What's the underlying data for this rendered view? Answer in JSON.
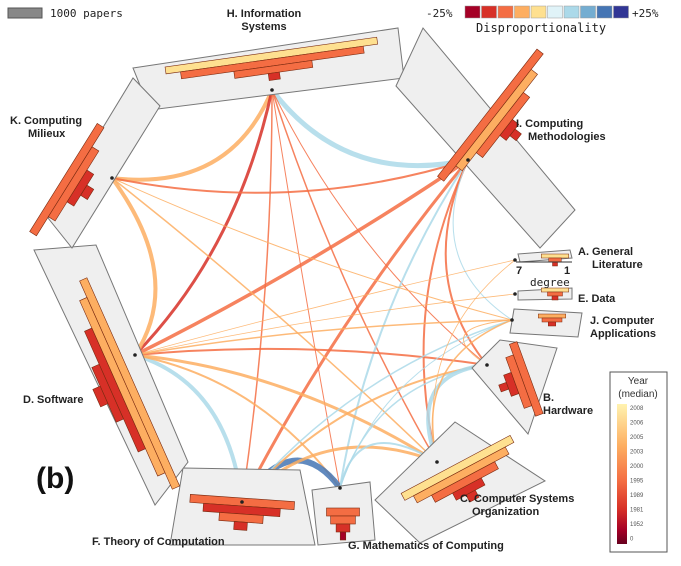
{
  "chart_data": {
    "type": "diagram",
    "panel_label": "(b)",
    "scale_legend": {
      "label": "1000 papers"
    },
    "disproportionality": {
      "title": "Disproportionality",
      "left_label": "-25%",
      "right_label": "+25%",
      "colors": [
        "#a50026",
        "#d73027",
        "#f46d43",
        "#fdae61",
        "#fee090",
        "#e0f3f8",
        "#abd9e9",
        "#74add1",
        "#4575b4",
        "#313695"
      ]
    },
    "year_legend": {
      "title_line1": "Year",
      "title_line2": "(median)",
      "ticks": [
        "2008",
        "2006",
        "2005",
        "2003",
        "2000",
        "1995",
        "1989",
        "1981",
        "1952",
        "0"
      ]
    },
    "degree_legend": {
      "label": "degree",
      "left": "7",
      "right": "1"
    },
    "categories": [
      {
        "id": "H",
        "line1": "H. Information",
        "line2": "Systems",
        "bars": [
          0.95,
          0.82,
          0.35,
          0.05
        ]
      },
      {
        "id": "I",
        "line1": "I. Computing",
        "line2": "Methodologies",
        "bars": [
          0.95,
          0.72,
          0.45,
          0.12,
          0.05
        ]
      },
      {
        "id": "A",
        "line1": "A. General",
        "line2": "Literature",
        "bars": [
          0.55,
          0.25,
          0.1
        ]
      },
      {
        "id": "E",
        "line1": "E. Data",
        "line2": "",
        "bars": [
          0.55,
          0.3,
          0.12
        ]
      },
      {
        "id": "J",
        "line1": "J. Computer",
        "line2": "Applications",
        "bars": [
          0.55,
          0.4,
          0.15
        ]
      },
      {
        "id": "B",
        "line1": "B.",
        "line2": "Hardware",
        "bars": [
          0.85,
          0.6,
          0.25,
          0.08
        ]
      },
      {
        "id": "C",
        "line1": "C. Computer Systems",
        "line2": "Organization",
        "bars": [
          0.95,
          0.8,
          0.55,
          0.25,
          0.08
        ]
      },
      {
        "id": "G",
        "line1": "G. Mathematics of Computing",
        "line2": "",
        "bars": [
          0.6,
          0.45,
          0.25,
          0.1
        ]
      },
      {
        "id": "F",
        "line1": "F. Theory of Computation",
        "line2": "",
        "bars": [
          0.95,
          0.7,
          0.4,
          0.12
        ]
      },
      {
        "id": "D",
        "line1": "D. Software",
        "line2": "",
        "bars": [
          0.95,
          0.8,
          0.55,
          0.25,
          0.08
        ]
      },
      {
        "id": "K",
        "line1": "K. Computing",
        "line2": "Milieux",
        "bars": [
          0.85,
          0.55,
          0.25,
          0.08
        ]
      }
    ],
    "links": [
      {
        "from": "H",
        "to": "I",
        "width": 5,
        "color": "#abd9e9"
      },
      {
        "from": "H",
        "to": "K",
        "width": 4,
        "color": "#fdae61"
      },
      {
        "from": "H",
        "to": "D",
        "width": 3,
        "color": "#d73027"
      },
      {
        "from": "H",
        "to": "F",
        "width": 1.5,
        "color": "#f46d43"
      },
      {
        "from": "H",
        "to": "C",
        "width": 1.5,
        "color": "#f46d43"
      },
      {
        "from": "H",
        "to": "G",
        "width": 1,
        "color": "#f46d43"
      },
      {
        "from": "H",
        "to": "B",
        "width": 1,
        "color": "#f46d43"
      },
      {
        "from": "I",
        "to": "K",
        "width": 2,
        "color": "#f46d43"
      },
      {
        "from": "I",
        "to": "D",
        "width": 3.5,
        "color": "#f46d43"
      },
      {
        "from": "I",
        "to": "F",
        "width": 3,
        "color": "#f46d43"
      },
      {
        "from": "I",
        "to": "C",
        "width": 2,
        "color": "#f46d43"
      },
      {
        "from": "I",
        "to": "G",
        "width": 2,
        "color": "#abd9e9"
      },
      {
        "from": "I",
        "to": "B",
        "width": 2,
        "color": "#f46d43"
      },
      {
        "from": "I",
        "to": "J",
        "width": 1,
        "color": "#abd9e9"
      },
      {
        "from": "K",
        "to": "D",
        "width": 4,
        "color": "#fdae61"
      },
      {
        "from": "K",
        "to": "C",
        "width": 1.5,
        "color": "#fdae61"
      },
      {
        "from": "K",
        "to": "J",
        "width": 1,
        "color": "#fdae61"
      },
      {
        "from": "D",
        "to": "F",
        "width": 4,
        "color": "#abd9e9"
      },
      {
        "from": "D",
        "to": "C",
        "width": 3,
        "color": "#fdae61"
      },
      {
        "from": "D",
        "to": "B",
        "width": 2,
        "color": "#f46d43"
      },
      {
        "from": "D",
        "to": "G",
        "width": 2,
        "color": "#fdae61"
      },
      {
        "from": "D",
        "to": "J",
        "width": 1.5,
        "color": "#fdae61"
      },
      {
        "from": "D",
        "to": "A",
        "width": 0.8,
        "color": "#fdae61"
      },
      {
        "from": "D",
        "to": "E",
        "width": 0.8,
        "color": "#fdae61"
      },
      {
        "from": "F",
        "to": "G",
        "width": 6,
        "color": "#4575b4"
      },
      {
        "from": "F",
        "to": "C",
        "width": 3,
        "color": "#fdae61"
      },
      {
        "from": "F",
        "to": "B",
        "width": 2,
        "color": "#fdae61"
      },
      {
        "from": "F",
        "to": "J",
        "width": 1.5,
        "color": "#abd9e9"
      },
      {
        "from": "G",
        "to": "C",
        "width": 2,
        "color": "#abd9e9"
      },
      {
        "from": "G",
        "to": "B",
        "width": 1.5,
        "color": "#abd9e9"
      },
      {
        "from": "G",
        "to": "J",
        "width": 1,
        "color": "#abd9e9"
      },
      {
        "from": "C",
        "to": "B",
        "width": 4,
        "color": "#abd9e9"
      },
      {
        "from": "C",
        "to": "J",
        "width": 1.5,
        "color": "#fdae61"
      },
      {
        "from": "C",
        "to": "A",
        "width": 0.8,
        "color": "#fdae61"
      },
      {
        "from": "B",
        "to": "J",
        "width": 1,
        "color": "#fdae61"
      }
    ]
  }
}
